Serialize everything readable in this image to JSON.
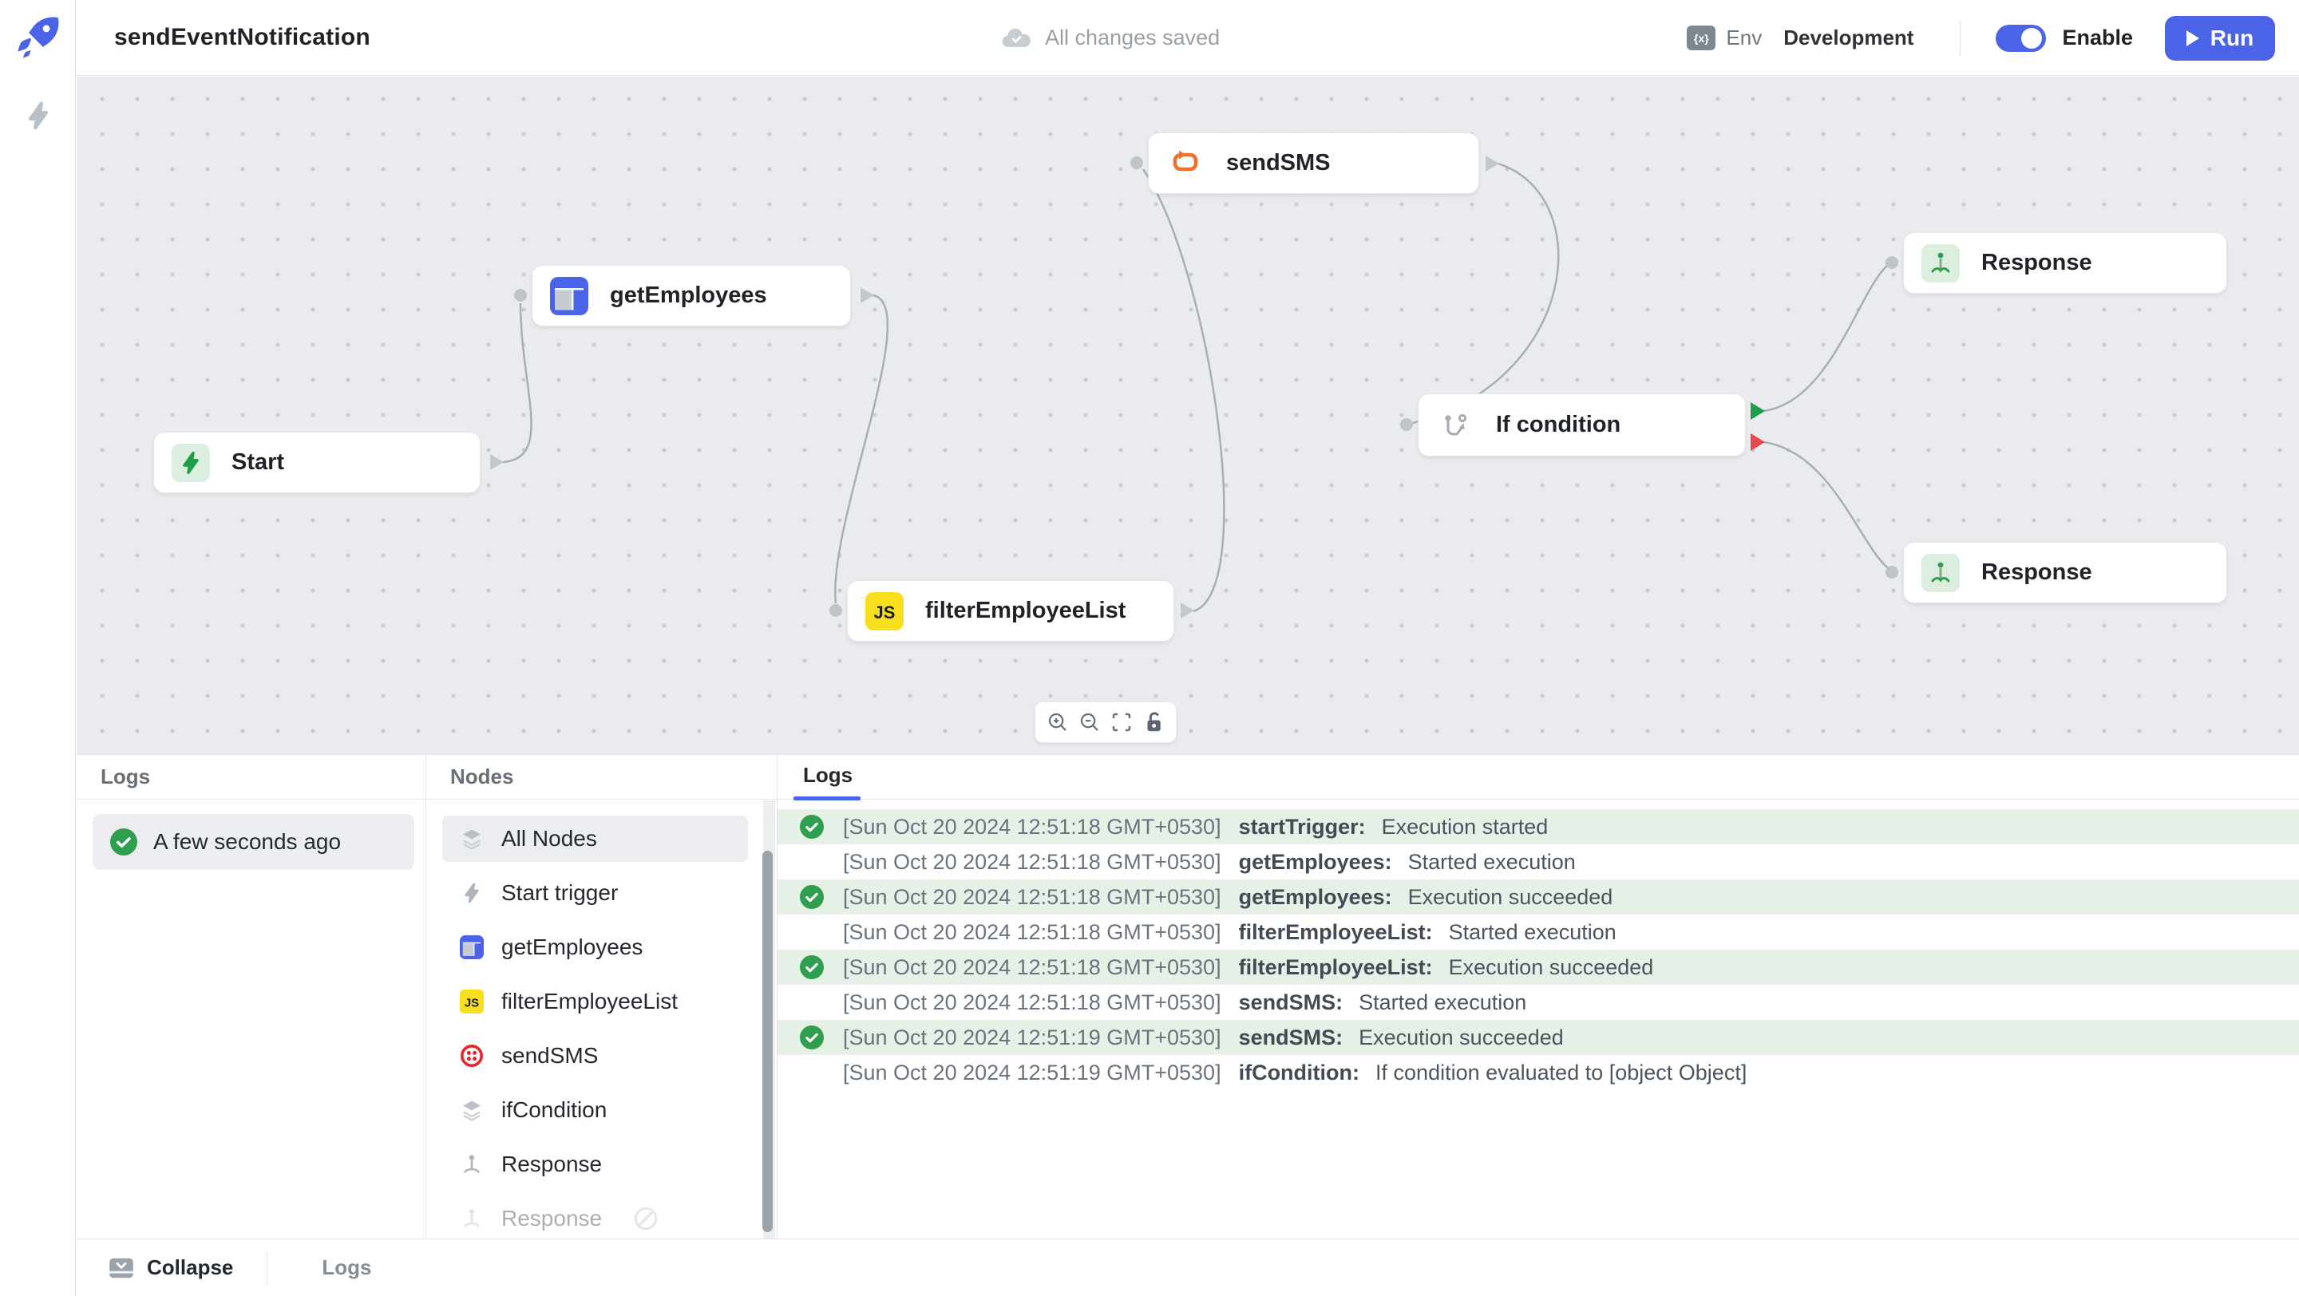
{
  "header": {
    "title": "sendEventNotification",
    "save_status": "All changes saved",
    "env_icon_text": "{x}",
    "env_label": "Env",
    "env_value": "Development",
    "enable_label": "Enable",
    "run_label": "Run"
  },
  "canvas": {
    "nodes": [
      {
        "id": "start",
        "label": "Start",
        "type": "start-trigger"
      },
      {
        "id": "getEmployees",
        "label": "getEmployees",
        "type": "datasource-query"
      },
      {
        "id": "sendSMS",
        "label": "sendSMS",
        "type": "api-loop"
      },
      {
        "id": "filterEmployeeList",
        "label": "filterEmployeeList",
        "type": "js-function"
      },
      {
        "id": "ifCondition",
        "label": "If condition",
        "type": "branch"
      },
      {
        "id": "response1",
        "label": "Response",
        "type": "response"
      },
      {
        "id": "response2",
        "label": "Response",
        "type": "response"
      }
    ],
    "zoom_controls": [
      "zoom-in",
      "zoom-out",
      "fit-view",
      "lock"
    ]
  },
  "runs_panel": {
    "title": "Logs",
    "items": [
      {
        "label": "A few seconds ago",
        "status": "success"
      }
    ]
  },
  "nodes_panel": {
    "title": "Nodes",
    "items": [
      {
        "label": "All Nodes",
        "icon": "layers",
        "selected": true,
        "disabled": false
      },
      {
        "label": "Start trigger",
        "icon": "bolt",
        "selected": false,
        "disabled": false
      },
      {
        "label": "getEmployees",
        "icon": "table",
        "selected": false,
        "disabled": false
      },
      {
        "label": "filterEmployeeList",
        "icon": "js",
        "selected": false,
        "disabled": false
      },
      {
        "label": "sendSMS",
        "icon": "twilio",
        "selected": false,
        "disabled": false
      },
      {
        "label": "ifCondition",
        "icon": "layers",
        "selected": false,
        "disabled": false
      },
      {
        "label": "Response",
        "icon": "response",
        "selected": false,
        "disabled": false
      },
      {
        "label": "Response",
        "icon": "response",
        "selected": false,
        "disabled": true
      }
    ]
  },
  "log_panel": {
    "tab": "Logs",
    "entries": [
      {
        "timestamp": "[Sun Oct 20 2024 12:51:18 GMT+0530]",
        "node": "startTrigger:",
        "message": "Execution started",
        "success": true
      },
      {
        "timestamp": "[Sun Oct 20 2024 12:51:18 GMT+0530]",
        "node": "getEmployees:",
        "message": "Started execution",
        "success": false
      },
      {
        "timestamp": "[Sun Oct 20 2024 12:51:18 GMT+0530]",
        "node": "getEmployees:",
        "message": "Execution succeeded",
        "success": true
      },
      {
        "timestamp": "[Sun Oct 20 2024 12:51:18 GMT+0530]",
        "node": "filterEmployeeList:",
        "message": "Started execution",
        "success": false
      },
      {
        "timestamp": "[Sun Oct 20 2024 12:51:18 GMT+0530]",
        "node": "filterEmployeeList:",
        "message": "Execution succeeded",
        "success": true
      },
      {
        "timestamp": "[Sun Oct 20 2024 12:51:18 GMT+0530]",
        "node": "sendSMS:",
        "message": "Started execution",
        "success": false
      },
      {
        "timestamp": "[Sun Oct 20 2024 12:51:19 GMT+0530]",
        "node": "sendSMS:",
        "message": "Execution succeeded",
        "success": true
      },
      {
        "timestamp": "[Sun Oct 20 2024 12:51:19 GMT+0530]",
        "node": "ifCondition:",
        "message": "If condition evaluated to [object Object]",
        "success": false
      }
    ]
  },
  "footer": {
    "collapse_label": "Collapse",
    "logs_label": "Logs"
  },
  "colors": {
    "accent": "#4a63e7",
    "success_green": "#2f9e4f",
    "error_red": "#e5484d",
    "loop_orange": "#f0702e",
    "js_yellow": "#f7df1e",
    "twilio_red": "#e8232a",
    "log_row_green": "#e5f0e6",
    "canvas_bg": "#e9ebee"
  }
}
